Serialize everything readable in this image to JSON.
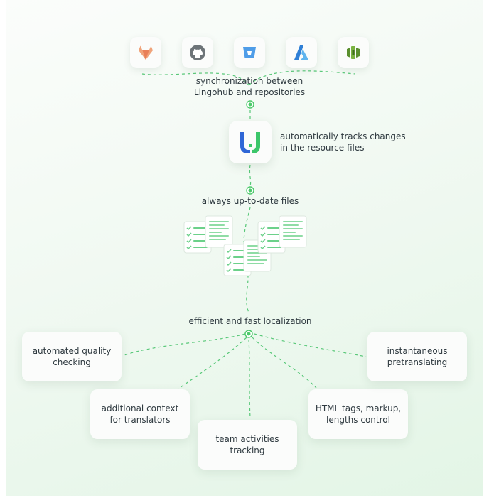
{
  "repositories": [
    {
      "name": "gitlab-icon"
    },
    {
      "name": "github-icon"
    },
    {
      "name": "bitbucket-icon"
    },
    {
      "name": "azure-devops-icon"
    },
    {
      "name": "aws-codecommit-icon"
    }
  ],
  "steps": {
    "sync": "synchronization between\nLingohub and repositories",
    "tracks": "automatically tracks changes\nin the resource files",
    "uptodate": "always up-to-date files",
    "localization": "efficient and fast localization"
  },
  "features": [
    "automated quality\nchecking",
    "additional context\nfor translators",
    "team activities\ntracking",
    "HTML tags, markup,\nlengths control",
    "instantaneous\npretranslating"
  ],
  "colors": {
    "accent": "#4cc96a",
    "line": "#58c878",
    "text": "#2f3a40",
    "lingohub_blue": "#2f66d6",
    "lingohub_green": "#3cc66a"
  }
}
